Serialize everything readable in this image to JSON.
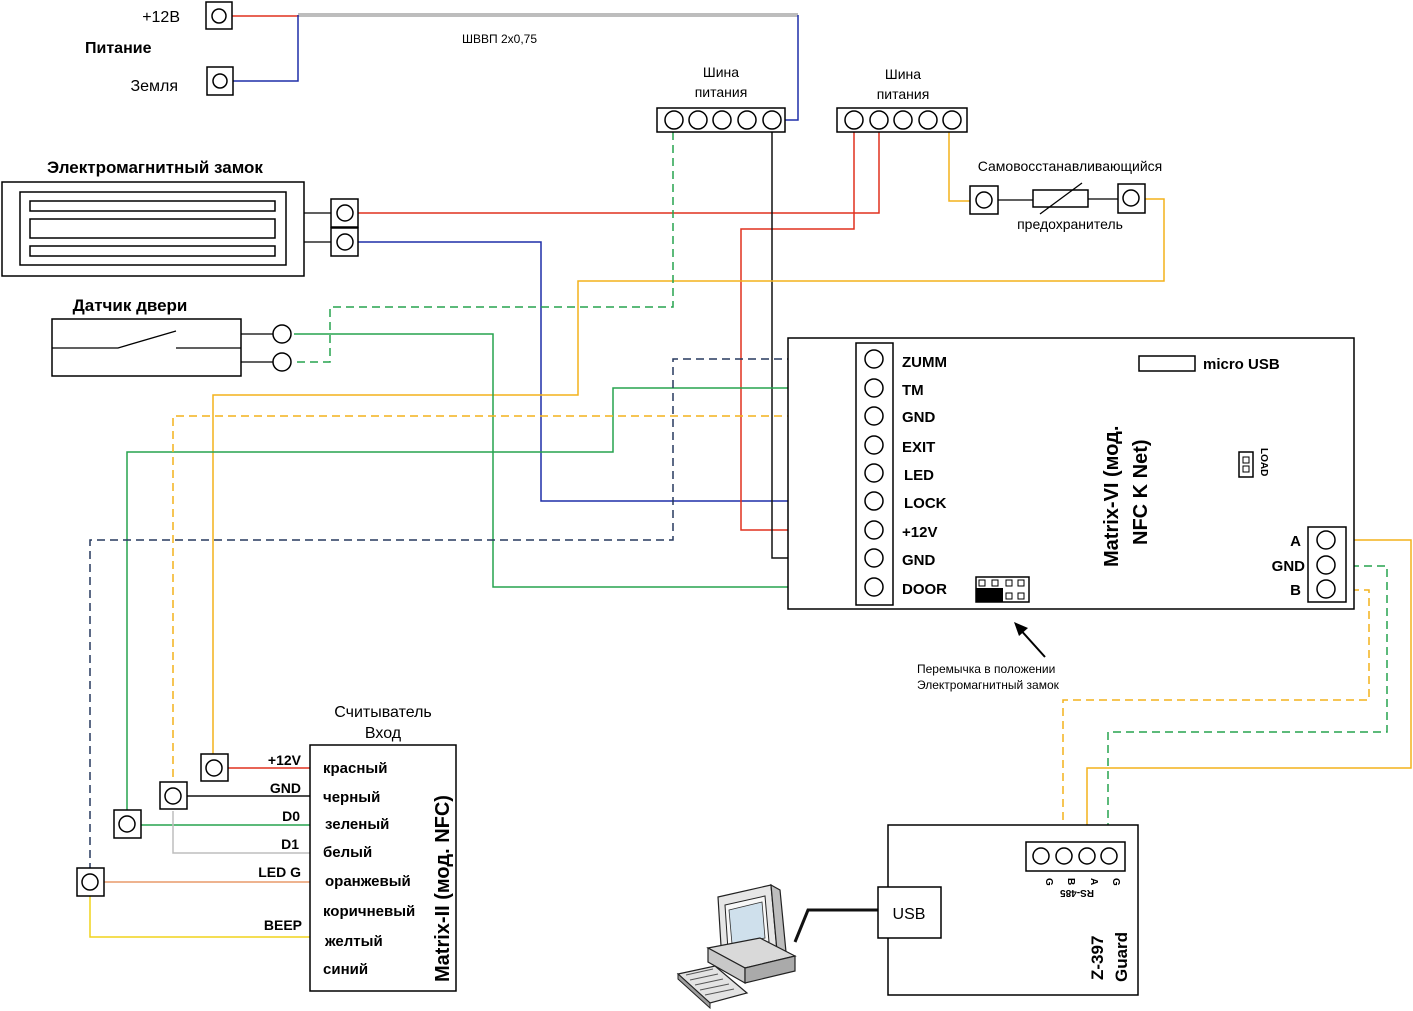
{
  "power": {
    "plus12": "+12В",
    "title": "Питание",
    "ground": "Земля",
    "cable": "ШВВП 2х0,75"
  },
  "bus1": {
    "line1": "Шина",
    "line2": "питания"
  },
  "bus2": {
    "line1": "Шина",
    "line2": "питания"
  },
  "fuse": {
    "top": "Самовосстанавливающийся",
    "bottom": "предохранитель"
  },
  "lock": {
    "title": "Электромагнитный замок"
  },
  "door_sensor": {
    "title": "Датчик двери"
  },
  "controller": {
    "name_line1": "Matrix-VI (мод.",
    "name_line2": "NFC K Net)",
    "terminals": [
      "ZUMM",
      "TM",
      "GND",
      "EXIT",
      "LED",
      "LOCK",
      "+12V",
      "GND",
      "DOOR"
    ],
    "micro_usb": "micro USB",
    "load": "LOAD",
    "rs485": [
      "A",
      "GND",
      "B"
    ]
  },
  "jumper_note": {
    "line1": "Перемычка в положении",
    "line2": "Электромагнитный замок"
  },
  "reader": {
    "title_line1": "Считыватель",
    "title_line2": "Вход",
    "name": "Matrix-II (мод. NFC)",
    "signals": [
      "+12V",
      "GND",
      "D0",
      "D1",
      "LED G",
      "BEEP"
    ],
    "wires": [
      "красный",
      "черный",
      "зеленый",
      "белый",
      "оранжевый",
      "коричневый",
      "желтый",
      "синий"
    ]
  },
  "converter": {
    "name_line1": "Z-397",
    "name_line2": "Guard",
    "usb": "USB",
    "pins": [
      "G",
      "A",
      "B",
      "G"
    ],
    "rs485": "RS-485"
  },
  "colors": {
    "red": "#e0301e",
    "blue": "#1f2fa8",
    "green": "#26a34f",
    "yellow": "#f3b21b",
    "black": "#111111",
    "gray": "#bdbdbd"
  }
}
